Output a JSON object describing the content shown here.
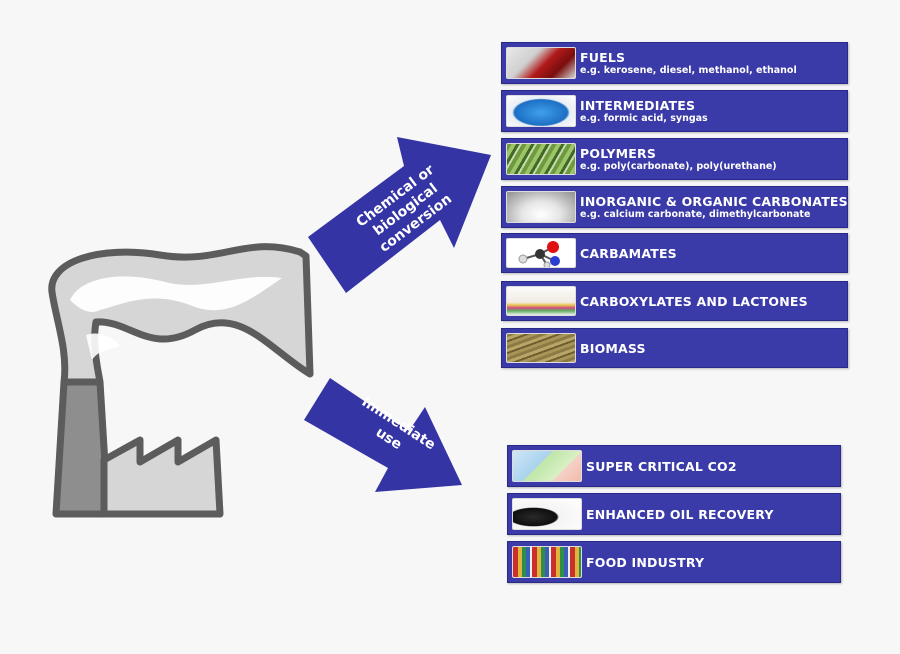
{
  "arrows": {
    "upper": [
      "Chemical or",
      "biological",
      "conversion"
    ],
    "lower": [
      "Immediate",
      "use"
    ]
  },
  "conversion_products": [
    {
      "title": "FUELS",
      "subtitle": "e.g. kerosene, diesel, methanol, ethanol",
      "image": "fuel-nozzle-photo"
    },
    {
      "title": "INTERMEDIATES",
      "subtitle": "e.g. formic acid, syngas",
      "image": "chemical-canister-photo"
    },
    {
      "title": "POLYMERS",
      "subtitle": "e.g. poly(carbonate), poly(urethane)",
      "image": "polymer-foam-photo"
    },
    {
      "title": "INORGANIC & ORGANIC CARBONATES",
      "subtitle": "e.g.  calcium carbonate, dimethylcarbonate",
      "image": "powder-pile-photo"
    },
    {
      "title": "CARBAMATES",
      "subtitle": "",
      "image": "molecule-model-image"
    },
    {
      "title": "CARBOXYLATES AND LACTONES",
      "subtitle": "",
      "image": "lab-flasks-photo"
    },
    {
      "title": "BIOMASS",
      "subtitle": "",
      "image": "biomass-pellets-photo"
    }
  ],
  "direct_uses": [
    {
      "title": "SUPER CRITICAL CO2",
      "image": "phase-diagram-image"
    },
    {
      "title": "ENHANCED OIL RECOVERY",
      "image": "oil-barrels-photo"
    },
    {
      "title": "FOOD INDUSTRY",
      "image": "beverage-shelves-photo"
    }
  ],
  "colors": {
    "box_fill": "#3a3aa8",
    "arrow_fill": "#3535a5",
    "factory_stroke": "#595959",
    "smoke_fill": "#d4d4d4",
    "background": "#f7f7f8"
  }
}
